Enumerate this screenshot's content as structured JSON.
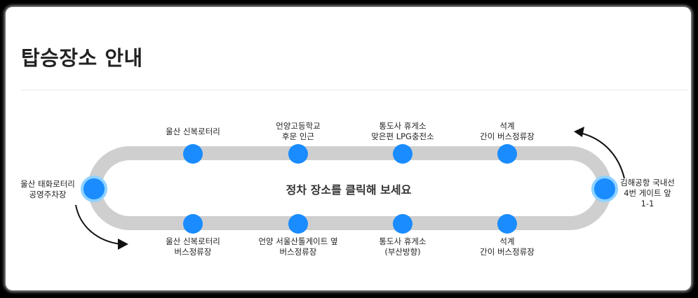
{
  "page": {
    "title": "탑승장소 안내"
  },
  "route": {
    "hint": "정차 장소를 클릭해 보세요",
    "start": {
      "line1": "울산 태화로터리",
      "line2": "공영주차장"
    },
    "end": {
      "line1": "김해공항 국내선",
      "line2": "4번 게이트 앞",
      "line3": "1-1"
    },
    "top_stops": [
      {
        "line1": "울산 신복로터리",
        "line2": ""
      },
      {
        "line1": "언양고등학교",
        "line2": "후문 인근"
      },
      {
        "line1": "통도사 휴게소",
        "line2": "맞은편 LPG충전소"
      },
      {
        "line1": "석계",
        "line2": "간이 버스정류장"
      }
    ],
    "bottom_stops": [
      {
        "line1": "울산 신복로터리",
        "line2": "버스정류장"
      },
      {
        "line1": "언양 서울산톨게이트 옆",
        "line2": "버스정류장"
      },
      {
        "line1": "통도사 휴게소",
        "line2": "(부산방향)"
      },
      {
        "line1": "석계",
        "line2": "간이 버스정류장"
      }
    ],
    "colors": {
      "track": "#cfcfcf",
      "stop": "#1a8cff",
      "stop_ring": "#8fd2ff"
    }
  }
}
